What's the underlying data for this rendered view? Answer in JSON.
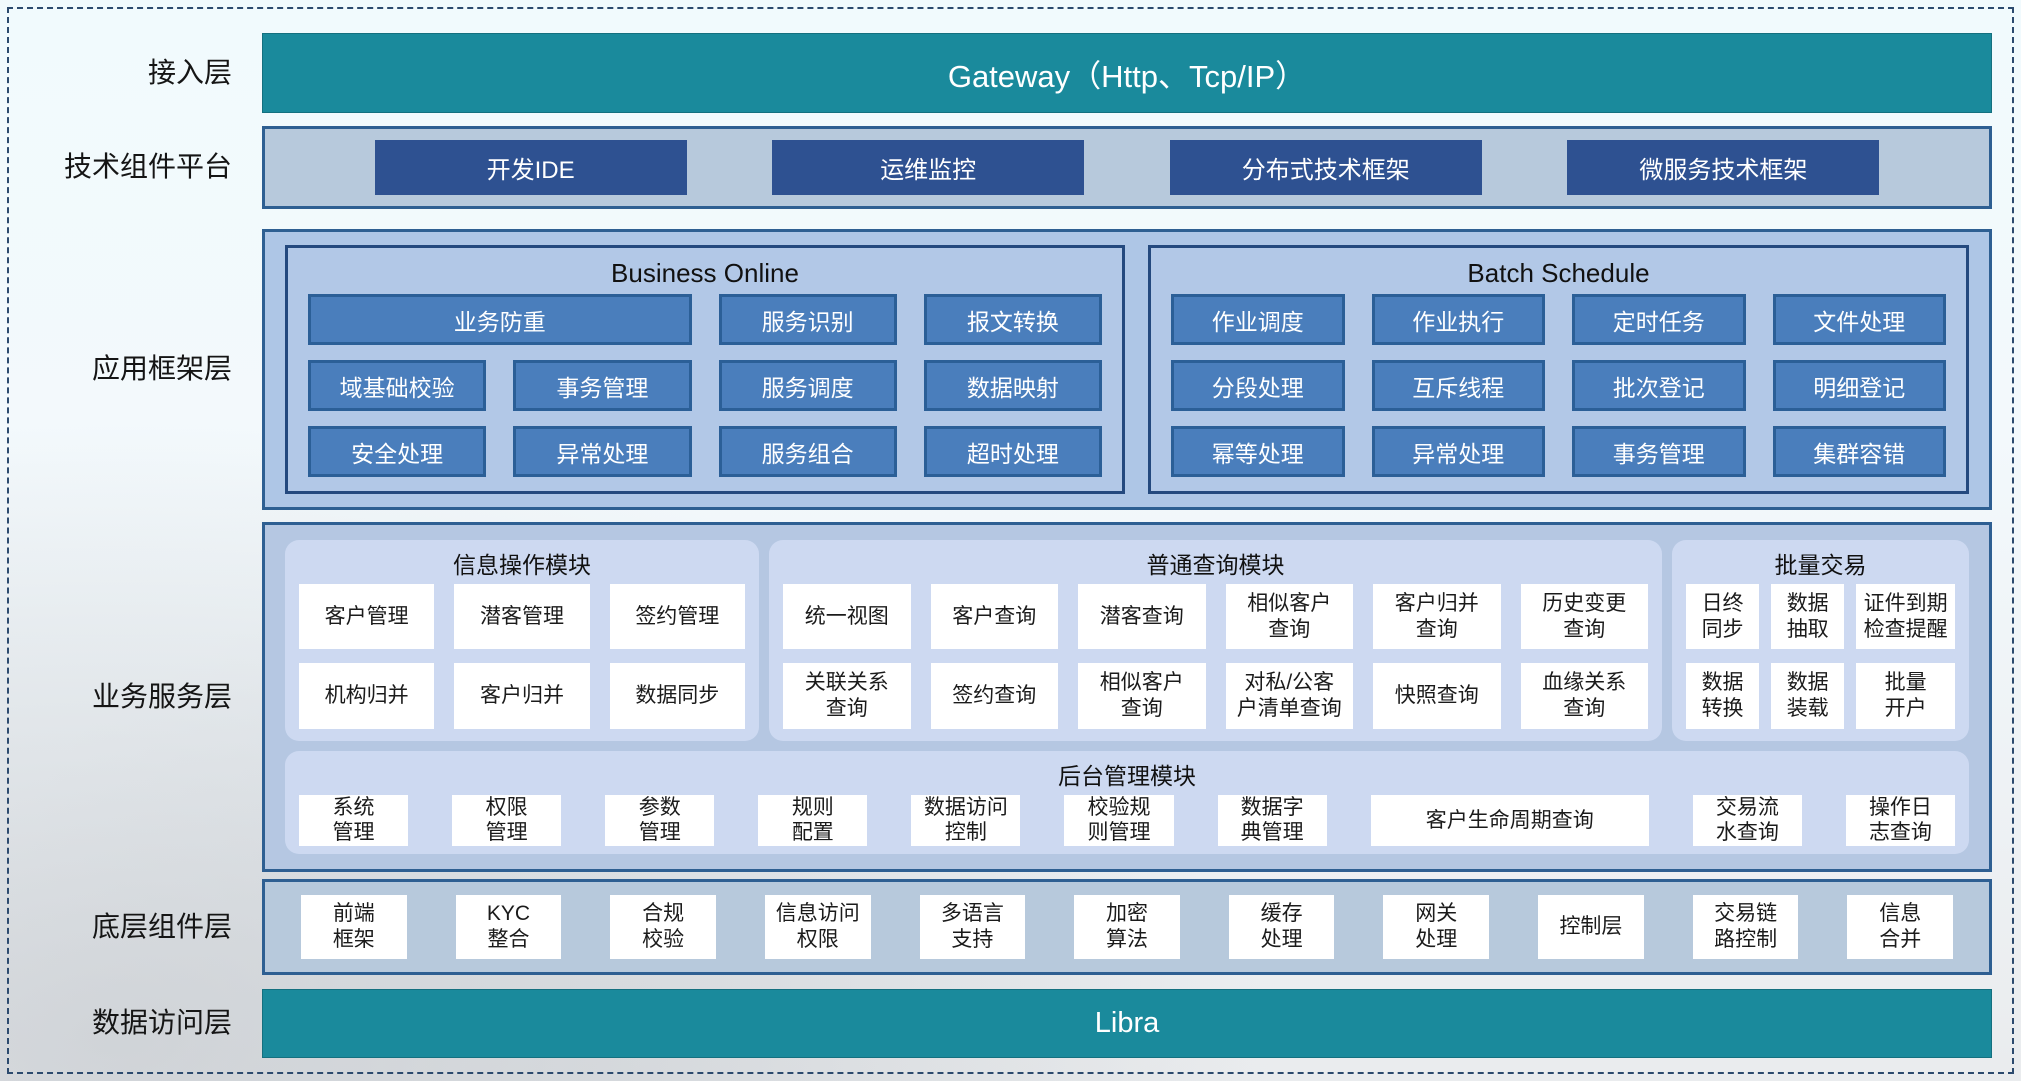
{
  "colors": {
    "teal_bar": "#1a8a9c",
    "dark_blue_button": "#2e5191",
    "framework_cell_blue": "#4a7ebc",
    "panel_light_blue": "#b7c9dc",
    "framework_panel_blue": "#aec6e6",
    "module_lavender": "#cdd9f1",
    "border_blue": "#2e5f92",
    "cell_white": "#ffffff"
  },
  "layers": {
    "access": {
      "label": "接入层",
      "bar_label": "Gateway（Http、Tcp/IP）"
    },
    "tech_platform": {
      "label": "技术组件平台",
      "buttons": [
        "开发IDE",
        "运维监控",
        "分布式技术框架",
        "微服务技术框架"
      ]
    },
    "app_framework": {
      "label": "应用框架层",
      "business_online": {
        "title": "Business Online",
        "cells": [
          {
            "label": "业务防重",
            "span": 2
          },
          "服务识别",
          "报文转换",
          "域基础校验",
          "事务管理",
          "服务调度",
          "数据映射",
          "安全处理",
          "异常处理",
          "服务组合",
          "超时处理"
        ]
      },
      "batch_schedule": {
        "title": "Batch Schedule",
        "cells": [
          "作业调度",
          "作业执行",
          "定时任务",
          "文件处理",
          "分段处理",
          "互斥线程",
          "批次登记",
          "明细登记",
          "幂等处理",
          "异常处理",
          "事务管理",
          "集群容错"
        ]
      }
    },
    "business_service": {
      "label": "业务服务层",
      "info_module": {
        "title": "信息操作模块",
        "cells": [
          "客户管理",
          "潜客管理",
          "签约管理",
          "机构归并",
          "客户归并",
          "数据同步"
        ]
      },
      "query_module": {
        "title": "普通查询模块",
        "cells": [
          "统一视图",
          "客户查询",
          "潜客查询",
          "相似客户\n查询",
          "客户归并\n查询",
          "历史变更\n查询",
          "关联关系\n查询",
          "签约查询",
          "相似客户\n查询",
          "对私/公客\n户清单查询",
          "快照查询",
          "血缘关系\n查询"
        ]
      },
      "batch_module": {
        "title": "批量交易",
        "cells": [
          "日终\n同步",
          "数据\n抽取",
          "证件到期\n检查提醒",
          "数据\n转换",
          "数据\n装载",
          "批量\n开户"
        ]
      },
      "admin_module": {
        "title": "后台管理模块",
        "cells": [
          "系统\n管理",
          "权限\n管理",
          "参数\n管理",
          "规则\n配置",
          "数据访问\n控制",
          "校验规\n则管理",
          "数据字\n典管理",
          "客户生命周期查询",
          "交易流\n水查询",
          "操作日\n志查询"
        ]
      }
    },
    "base_components": {
      "label": "底层组件层",
      "cells": [
        "前端\n框架",
        "KYC\n整合",
        "合规\n校验",
        "信息访问\n权限",
        "多语言\n支持",
        "加密\n算法",
        "缓存\n处理",
        "网关\n处理",
        "控制层",
        "交易链\n路控制",
        "信息\n合并"
      ]
    },
    "data_access": {
      "label": "数据访问层",
      "bar_label": "Libra"
    }
  }
}
